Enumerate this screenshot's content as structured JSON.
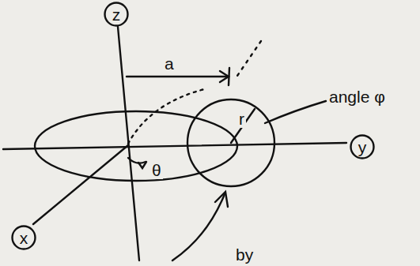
{
  "diagram": {
    "nodes": [
      {
        "text": [
          "z"
        ]
      },
      {
        "text": [
          "y"
        ]
      },
      {
        "text": [
          "x"
        ]
      }
    ],
    "labels": [
      "a",
      "r",
      "angle φ",
      "θ",
      "by"
    ]
  }
}
